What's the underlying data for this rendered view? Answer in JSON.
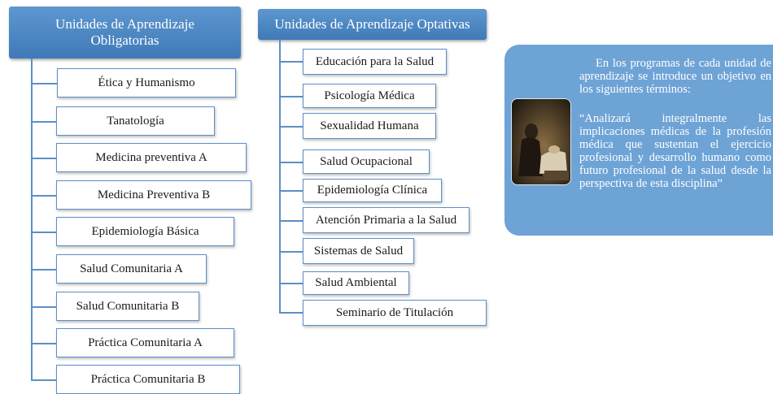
{
  "obligatorias": {
    "header_line1": "Unidades de Aprendizaje",
    "header_line2": "Obligatorias",
    "items": [
      "Ética y Humanismo",
      "Tanatología",
      "Medicina preventiva A",
      "Medicina Preventiva B",
      "Epidemiología Básica",
      "Salud Comunitaria A",
      "Salud Comunitaria B",
      "Práctica Comunitaria A",
      "Práctica Comunitaria B"
    ]
  },
  "optativas": {
    "header": "Unidades de Aprendizaje Optativas",
    "items": [
      "Educación para la Salud",
      "Psicología Médica",
      "Sexualidad Humana",
      "Salud Ocupacional",
      "Epidemiología  Clínica",
      "Atención Primaria a la Salud",
      "Sistemas de Salud",
      "Salud Ambiental",
      "Seminario de Titulación"
    ]
  },
  "note": {
    "paragraph1": "En los programas de cada unidad de aprendizaje se introduce un objetivo en los  siguientes términos:",
    "paragraph2": "“Analizará integralmente las implicaciones médicas de la profesión médica que sustentan el ejercicio profesional y desarrollo humano como futuro profesional de la salud desde la perspectiva de esta disciplina”",
    "image": "doctor-portrait-painting"
  },
  "colors": {
    "header_blue": "#4a86c3",
    "border_blue": "#5b8fc7",
    "note_blue": "#6ea3d6"
  }
}
